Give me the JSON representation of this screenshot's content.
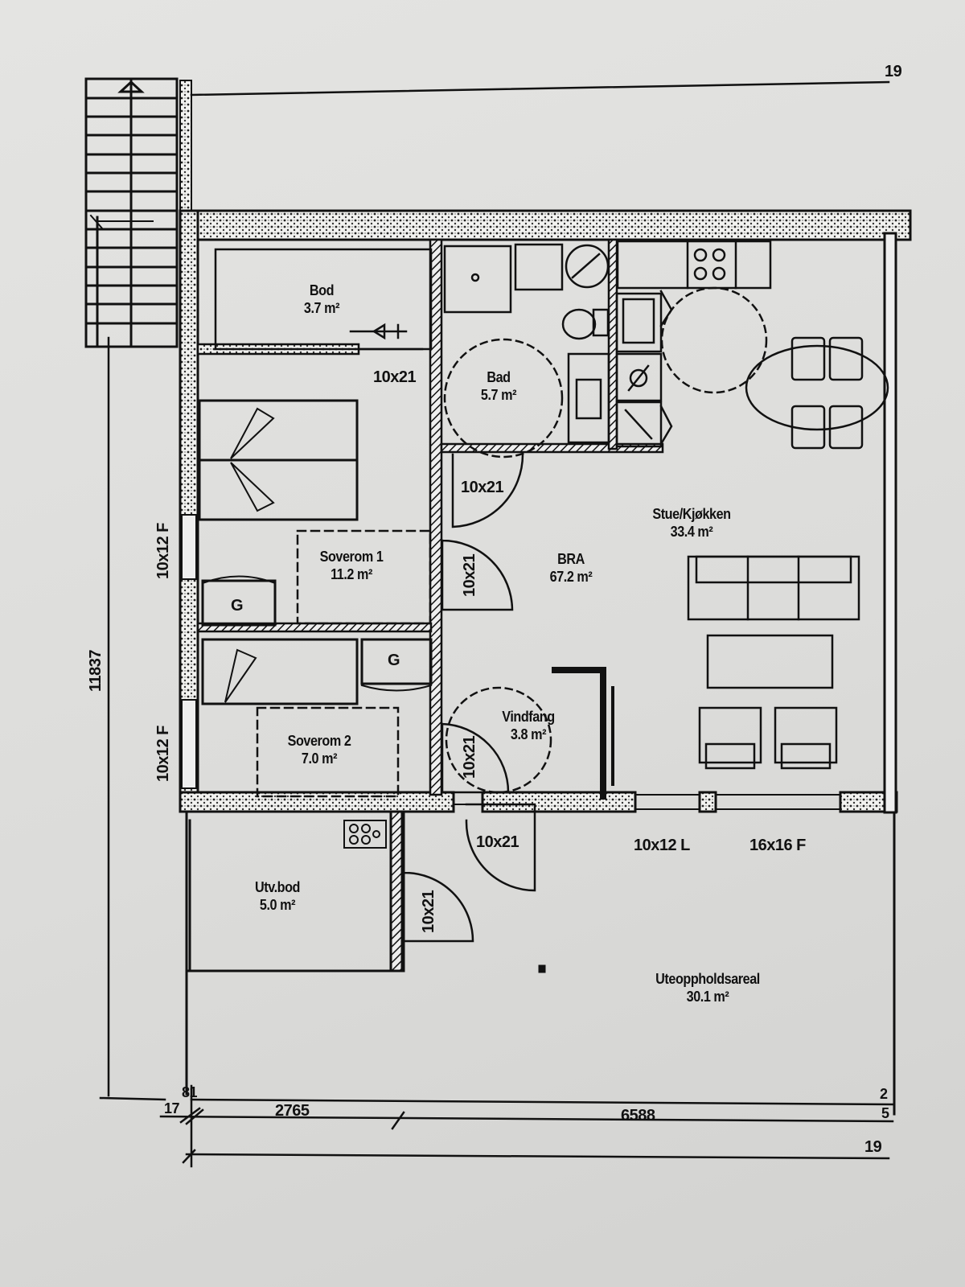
{
  "document": {
    "type": "floor plan",
    "total": {
      "label": "BRA",
      "area": "67.2 m²"
    }
  },
  "rooms": [
    {
      "id": "bod",
      "name": "Bod",
      "area": "3.7 m²"
    },
    {
      "id": "bad",
      "name": "Bad",
      "area": "5.7 m²"
    },
    {
      "id": "stue",
      "name": "Stue/Kjøkken",
      "area": "33.4 m²"
    },
    {
      "id": "soverom1",
      "name": "Soverom 1",
      "area": "11.2 m²"
    },
    {
      "id": "soverom2",
      "name": "Soverom 2",
      "area": "7.0 m²"
    },
    {
      "id": "vindfang",
      "name": "Vindfang",
      "area": "3.8 m²"
    },
    {
      "id": "utvbod",
      "name": "Utv.bod",
      "area": "5.0 m²"
    },
    {
      "id": "uteopphold",
      "name": "Uteoppholdsareal",
      "area": "30.1 m²"
    }
  ],
  "openings": {
    "door_bod": "10x21",
    "door_bad": "10x21",
    "door_soverom1": "10x21",
    "door_soverom2": "10x21",
    "door_entry": "10x21",
    "door_utvbod": "10x21",
    "window_soverom1": "10x12 F",
    "window_soverom2": "10x12 F",
    "window_stue_1": "10x12 L",
    "window_stue_2": "16x16 F"
  },
  "closets": [
    "G",
    "G"
  ],
  "dimensions": {
    "height_total": "11837",
    "width_left": "2765",
    "width_right": "6588",
    "small_17": "17",
    "small_81": "81",
    "top_right_cut": "19",
    "bottom_right_cut": "19",
    "right_small_a": "2",
    "right_small_b": "5"
  },
  "colors": {
    "paper": "#dedede",
    "ink": "#111111"
  }
}
